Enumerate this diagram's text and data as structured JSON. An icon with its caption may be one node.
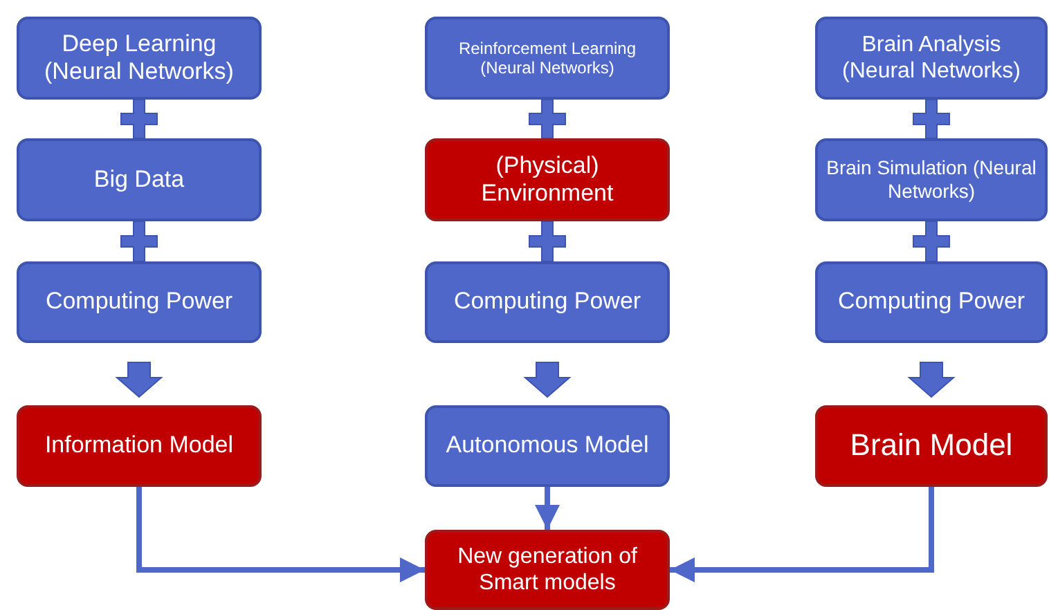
{
  "diagram": {
    "nodes": [
      {
        "text": [
          "Deep Learning (Neural Networks)"
        ]
      },
      {
        "text": [
          "Big Data"
        ]
      },
      {
        "text": [
          "Computing Power"
        ]
      },
      {
        "text": [
          "Information Model"
        ]
      },
      {
        "text": [
          "Reinforcement Learning (Neural Networks)"
        ]
      },
      {
        "text": [
          "(Physical) Environment"
        ]
      },
      {
        "text": [
          "Computing Power"
        ]
      },
      {
        "text": [
          "Autonomous Model"
        ]
      },
      {
        "text": [
          "Brain Analysis (Neural Networks)"
        ]
      },
      {
        "text": [
          "Brain Simulation (Neural Networks)"
        ]
      },
      {
        "text": [
          "Computing Power"
        ]
      },
      {
        "text": [
          "Brain Model"
        ]
      },
      {
        "text": [
          "New generation of Smart models"
        ]
      }
    ],
    "edges": [
      {
        "from": 0,
        "to": 1,
        "arrow": "other"
      },
      {
        "from": 1,
        "to": 2,
        "arrow": "other"
      },
      {
        "from": 2,
        "to": 3,
        "arrow": "to",
        "style": "thick"
      },
      {
        "from": 4,
        "to": 5,
        "arrow": "other"
      },
      {
        "from": 5,
        "to": 6,
        "arrow": "other"
      },
      {
        "from": 6,
        "to": 7,
        "arrow": "to",
        "style": "thick"
      },
      {
        "from": 8,
        "to": 9,
        "arrow": "other"
      },
      {
        "from": 9,
        "to": 10,
        "arrow": "other"
      },
      {
        "from": 10,
        "to": 11,
        "arrow": "to",
        "style": "thick"
      },
      {
        "from": 3,
        "to": 12,
        "arrow": "to"
      },
      {
        "from": 7,
        "to": 12,
        "arrow": "to"
      },
      {
        "from": 11,
        "to": 12,
        "arrow": "to"
      }
    ]
  }
}
